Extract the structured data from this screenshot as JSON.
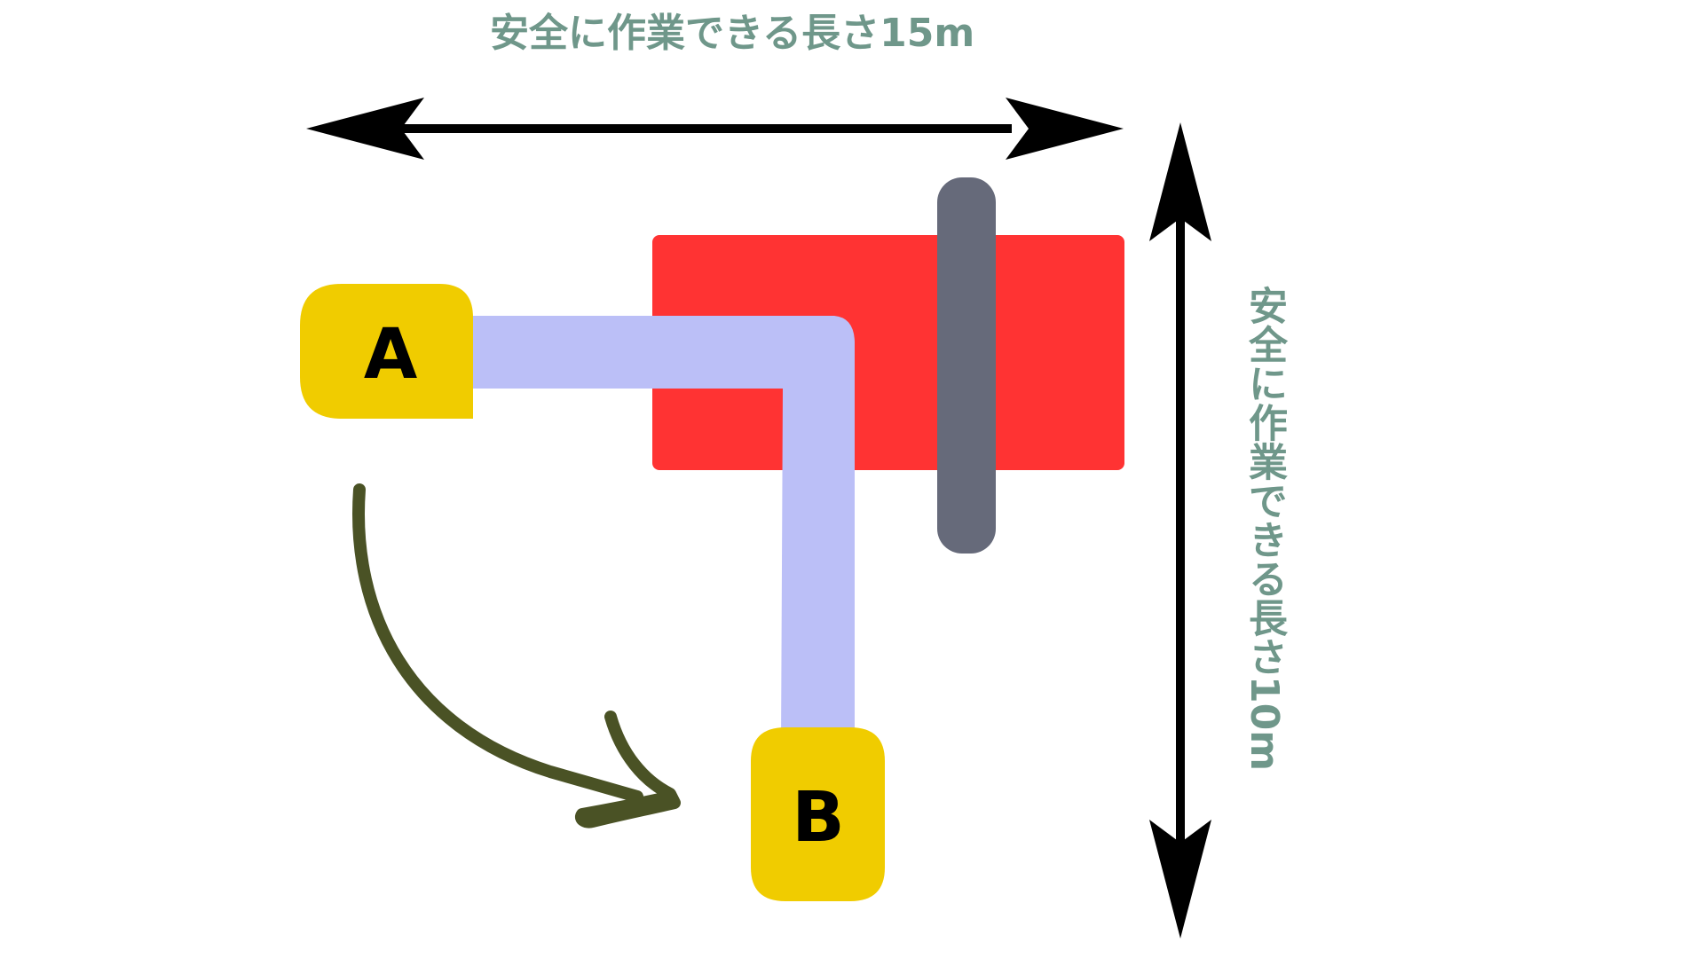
{
  "labels": {
    "width": "安全に作業できる長さ15m",
    "height": "安全に作業できる長さ10m"
  },
  "points": {
    "a": "A",
    "b": "B"
  },
  "colors": {
    "label_text": "#6f978a",
    "work_area": "#ff3333",
    "bar": "#666a7a",
    "path": "#bbbff7",
    "point_box": "#f0cc00",
    "rotation_arrow": "#4a5225",
    "dimension_arrow": "#000000"
  }
}
